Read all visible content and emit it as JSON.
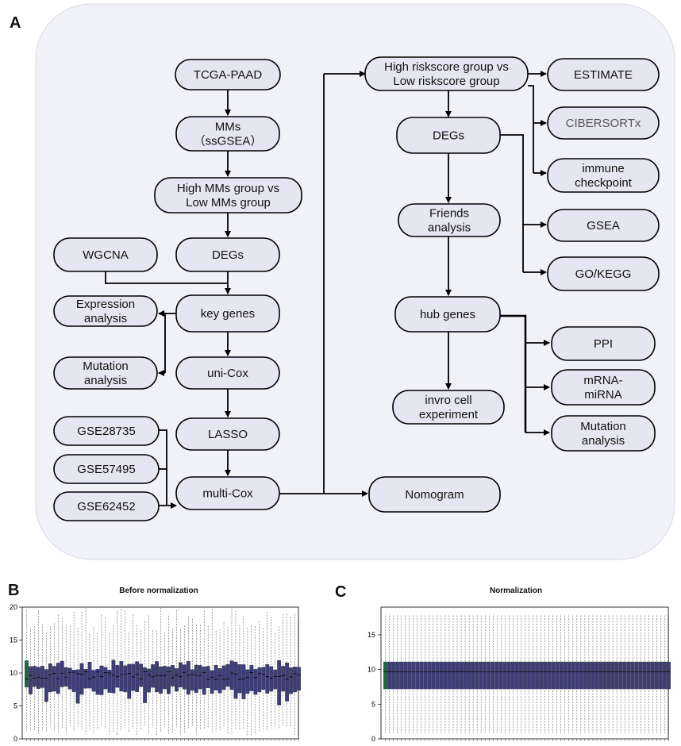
{
  "panels": {
    "a": "A",
    "b": "B",
    "c": "C"
  },
  "flowchart": {
    "nodes": {
      "tcga": "TCGA-PAAD",
      "mms_1": "MMs",
      "mms_2": "（ssGSEA）",
      "highlow_mms_1": "High MMs group vs",
      "highlow_mms_2": "Low MMs group",
      "wgcna": "WGCNA",
      "degs_left": "DEGs",
      "expr_1": "Expression",
      "expr_2": "analysis",
      "key_genes": "key genes",
      "mut_left_1": "Mutation",
      "mut_left_2": "analysis",
      "unicox": "uni-Cox",
      "gse28735": "GSE28735",
      "lasso": "LASSO",
      "gse57495": "GSE57495",
      "gse62452": "GSE62452",
      "multicox": "multi-Cox",
      "nomogram": "Nomogram",
      "highlow_risk_1": "High riskscore group vs",
      "highlow_risk_2": "Low riskscore group",
      "estimate": "ESTIMATE",
      "cibersort": "CIBERSORTx",
      "degs_right": "DEGs",
      "immune_1": "immune",
      "immune_2": "checkpoint",
      "friends_1": "Friends",
      "friends_2": "analysis",
      "gsea": "GSEA",
      "gokegg": "GO/KEGG",
      "hub_genes": "hub genes",
      "ppi": "PPI",
      "invro_1": "invro cell",
      "invro_2": "experiment",
      "mrna_1": "mRNA-",
      "mrna_2": "miRNA",
      "mut_right_1": "Mutation",
      "mut_right_2": "analysis"
    },
    "colors": {
      "node_fill": "#e6e6f2",
      "background": "#f1f1f8",
      "stroke": "#000000",
      "cibersort_text": "#555555"
    }
  },
  "plot_b": {
    "title": "Before normalization",
    "yticks": [
      "20",
      "15",
      "10",
      "5",
      "0"
    ],
    "ylim": [
      0,
      20
    ],
    "box_color": "#3d3d78",
    "first_box_color": "#1a6b3a"
  },
  "plot_c": {
    "title": "Normalization",
    "yticks": [
      "15",
      "10",
      "5",
      "0"
    ],
    "ylim": [
      0,
      19
    ],
    "box_color": "#3d3d78",
    "first_box_color": "#1a6b3a"
  }
}
